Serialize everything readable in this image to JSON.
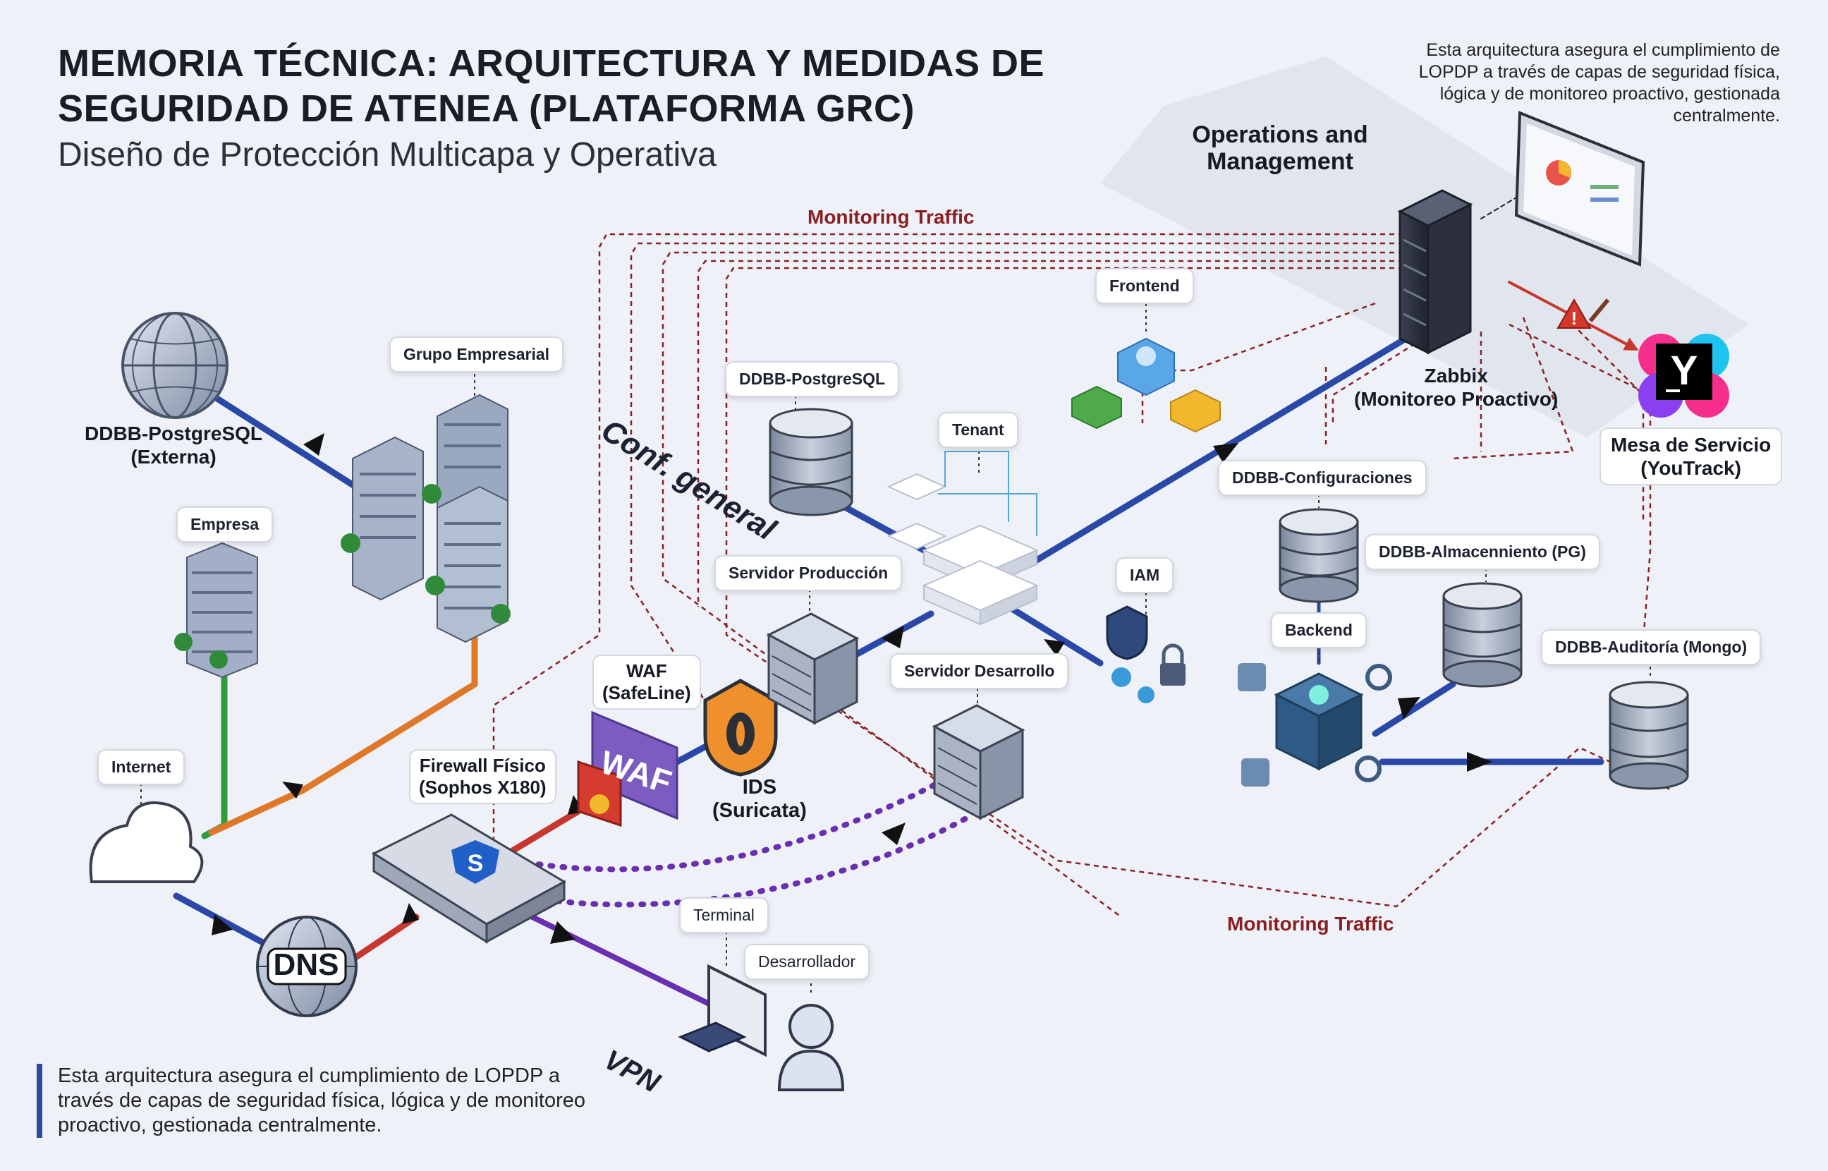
{
  "header": {
    "title_line1": "MEMORIA TÉCNICA: ARQUITECTURA Y MEDIDAS DE",
    "title_line2": "SEGURIDAD DE ATENEA (PLATAFORMA GRC)",
    "subtitle": "Diseño de Protección Multicapa y Operativa"
  },
  "top_note": "Esta arquitectura asegura el cumplimiento de LOPDP a través de capas de seguridad física, lógica y de monitoreo proactivo, gestionada centralmente.",
  "footer_note": "Esta arquitectura asegura el cumplimiento de LOPDP a través de capas de seguridad física, lógica y de monitoreo proactivo, gestionada centralmente.",
  "zones": {
    "operations": "Operations and Management"
  },
  "flows": {
    "monitoring_top": "Monitoring Traffic",
    "monitoring_bottom": "Monitoring Traffic",
    "conf_general": "Conf. general",
    "vpn": "VPN"
  },
  "labels": {
    "grupo_empresarial": "Grupo Empresarial",
    "empresa": "Empresa",
    "internet": "Internet",
    "frontend": "Frontend",
    "ddbb_postgresql": "DDBB-PostgreSQL",
    "tenant": "Tenant",
    "servidor_produccion": "Servidor Producción",
    "servidor_desarrollo": "Servidor Desarrollo",
    "iam": "IAM",
    "ddbb_configuraciones": "DDBB-Configuraciones",
    "ddbb_almacenamiento": "DDBB-Almacenniento (PG)",
    "backend": "Backend",
    "ddbb_auditoria": "DDBB-Auditoría (Mongo)",
    "terminal": "Terminal",
    "desarrollador": "Desarrollador"
  },
  "captions": {
    "ddbb_externa_1": "DDBB-PostgreSQL",
    "ddbb_externa_2": "(Externa)",
    "waf_1": "WAF",
    "waf_2": "(SafeLine)",
    "firewall_1": "Firewall Físico",
    "firewall_2": "(Sophos X180)",
    "ids_1": "IDS",
    "ids_2": "(Suricata)",
    "zabbix_1": "Zabbix",
    "zabbix_2": "(Monitoreo Proactivo)",
    "mesa_1": "Mesa de Servicio",
    "mesa_2": "(YouTrack)",
    "dns": "DNS",
    "waf_badge": "WAF",
    "youtrack_logo": "Y"
  },
  "icons": [
    "globe-icon",
    "building-icon",
    "cloud-icon",
    "dns-globe-icon",
    "firewall-appliance-icon",
    "waf-icon",
    "ids-shield-icon",
    "server-icon",
    "database-icon",
    "tenant-stack-icon",
    "iam-lock-icon",
    "backend-chip-icon",
    "zabbix-rack-icon",
    "dashboard-monitor-icon",
    "alert-icon",
    "youtrack-logo-icon",
    "terminal-icon",
    "developer-icon"
  ],
  "colors": {
    "background": "#eef1f7",
    "link_blue": "#2a48a8",
    "link_green": "#2e9e3b",
    "link_orange": "#e0782a",
    "link_red": "#c8372e",
    "link_purple": "#6a2fb0",
    "monitoring_dashed": "#8a1f22",
    "ops_zone": "#dfe3ec"
  }
}
